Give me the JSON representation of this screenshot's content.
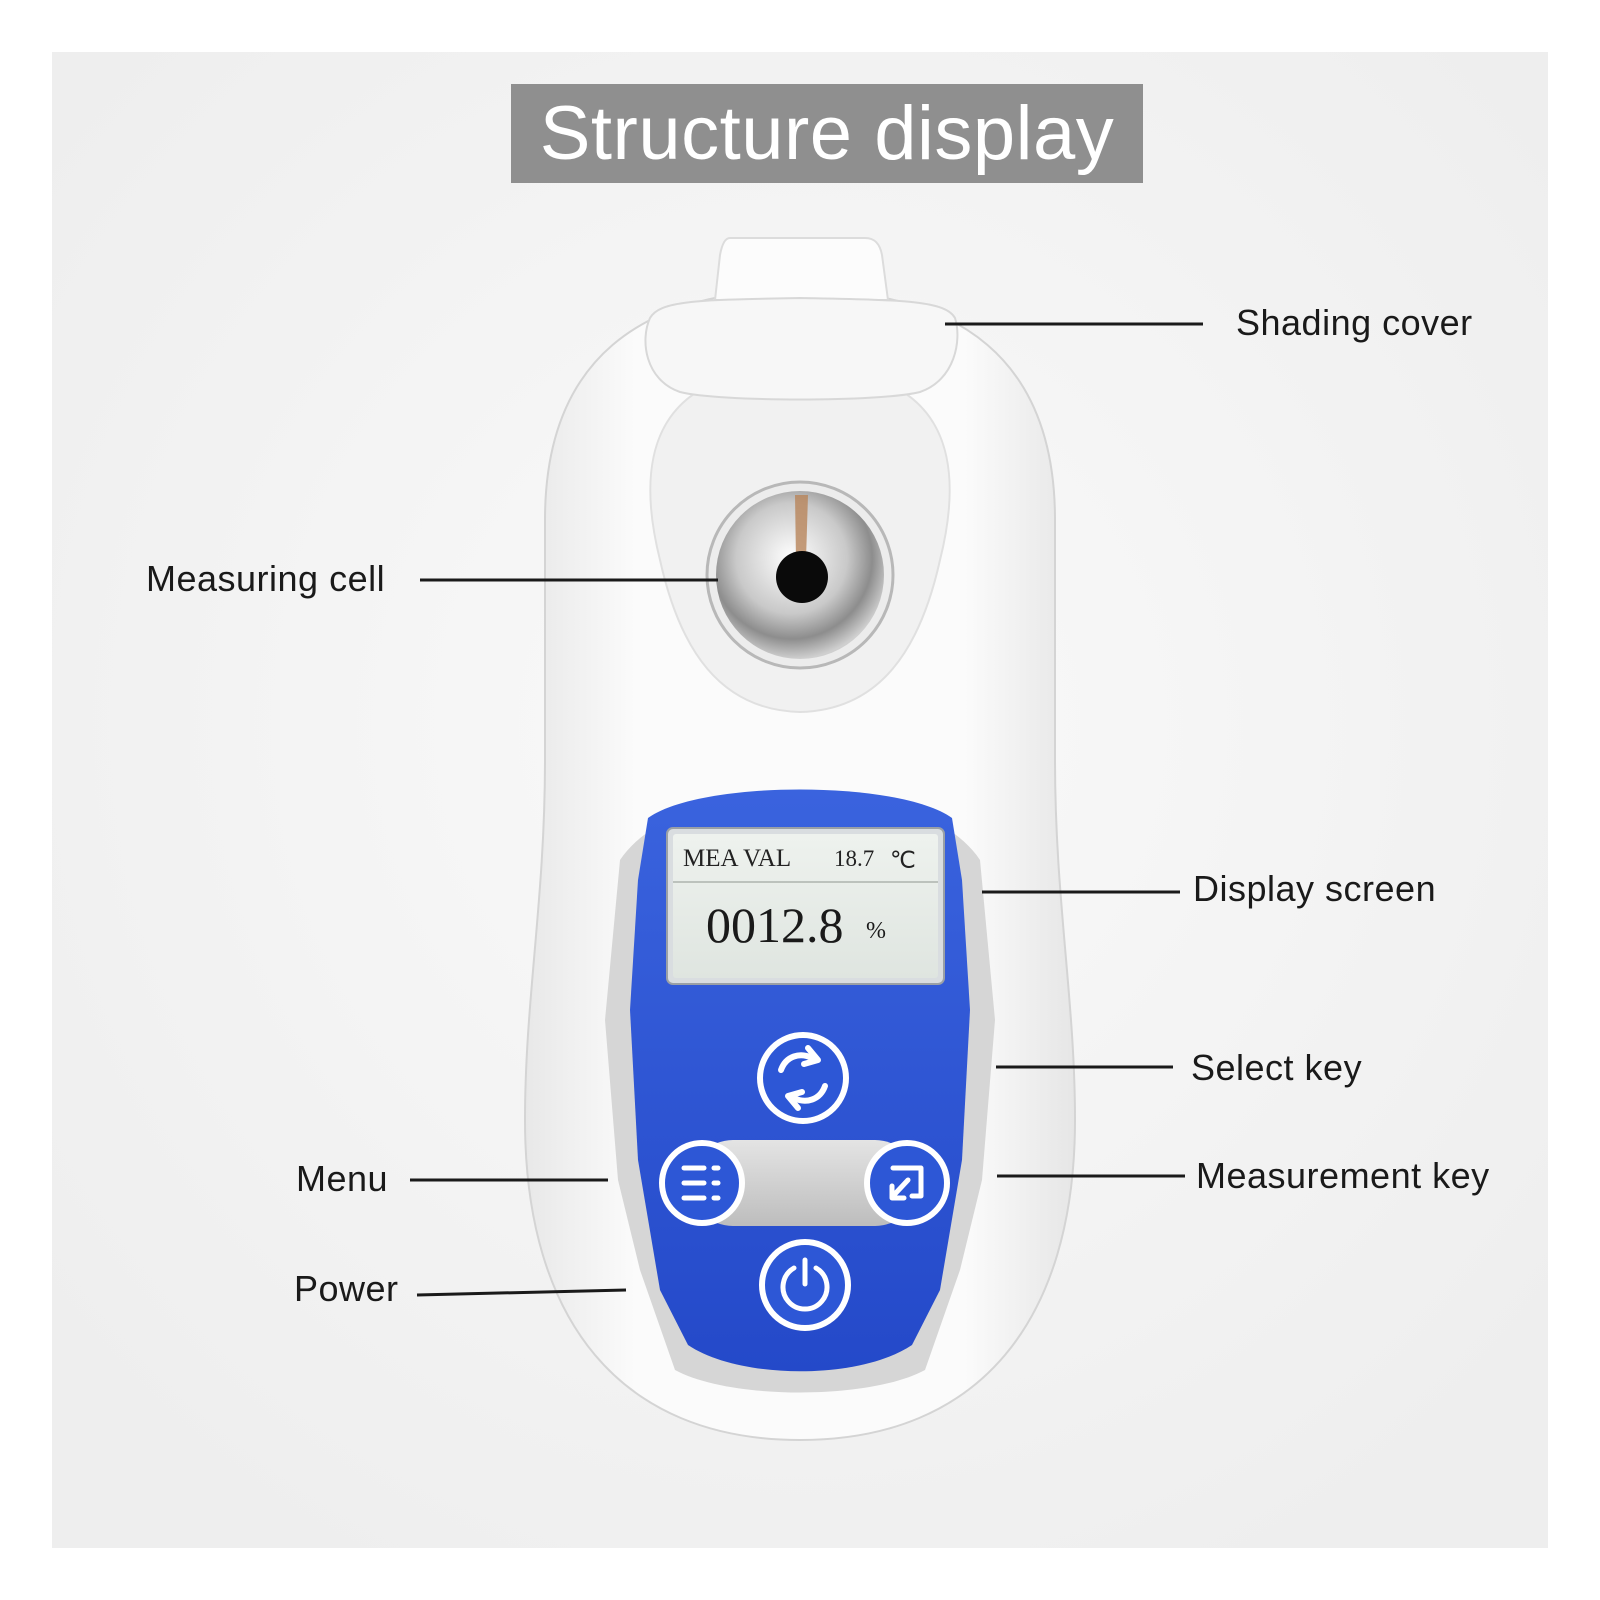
{
  "title": "Structure display",
  "callouts": {
    "shading_cover": "Shading cover",
    "measuring_cell": "Measuring cell",
    "display_screen": "Display screen",
    "select_key": "Select key",
    "measurement_key": "Measurement key",
    "menu": "Menu",
    "power": "Power"
  },
  "lcd": {
    "mode": "MEA VAL",
    "temperature": "18.7",
    "temperature_unit": "℃",
    "reading": "0012.8",
    "reading_unit": "%"
  },
  "icons": {
    "select": "refresh-arrows-icon",
    "menu": "menu-list-icon",
    "measure": "return-arrow-icon",
    "power": "power-icon"
  },
  "colors": {
    "panel_blue": "#2d57d6",
    "title_bg": "#8f8f8f",
    "lcd_bg": "#e9eeea",
    "body_white": "#f8f8f8"
  }
}
